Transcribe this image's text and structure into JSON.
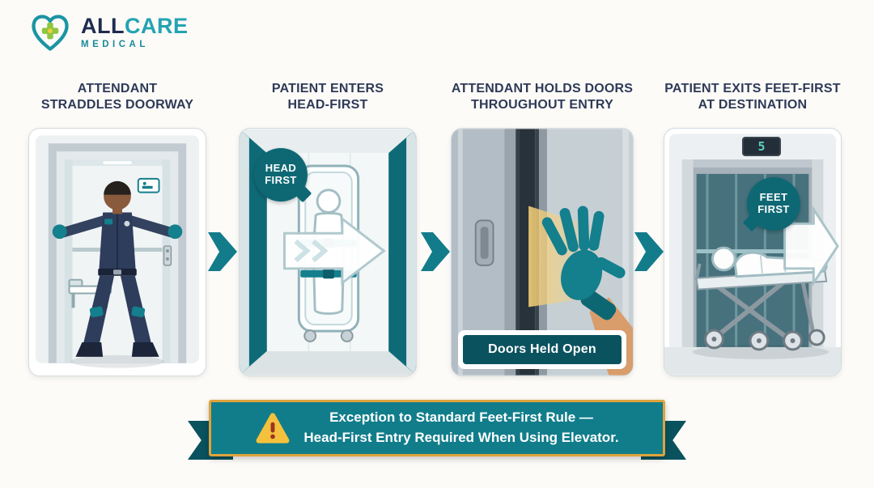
{
  "logo": {
    "brand_primary": "ALL",
    "brand_secondary": "CARE",
    "subtitle": "MEDICAL"
  },
  "steps": [
    {
      "title_line1": "ATTENDANT",
      "title_line2": "STRADDLES DOORWAY"
    },
    {
      "title_line1": "PATIENT ENTERS",
      "title_line2": "HEAD-FIRST",
      "bubble_line1": "HEAD",
      "bubble_line2": "FIRST"
    },
    {
      "title_line1": "ATTENDANT HOLDS DOORS",
      "title_line2": "THROUGHOUT ENTRY",
      "caption": "Doors Held Open"
    },
    {
      "title_line1": "PATIENT EXITS FEET-FIRST",
      "title_line2": "AT DESTINATION",
      "bubble_line1": "FEET",
      "bubble_line2": "FIRST",
      "floor_indicator": "5"
    }
  ],
  "banner": {
    "line1": "Exception to Standard Feet-First Rule —",
    "line2": "Head-First Entry Required When Using Elevator."
  },
  "colors": {
    "teal": "#137c8b",
    "dark_teal": "#0b525f",
    "navy": "#2e3a57",
    "gold": "#dfa33b"
  }
}
